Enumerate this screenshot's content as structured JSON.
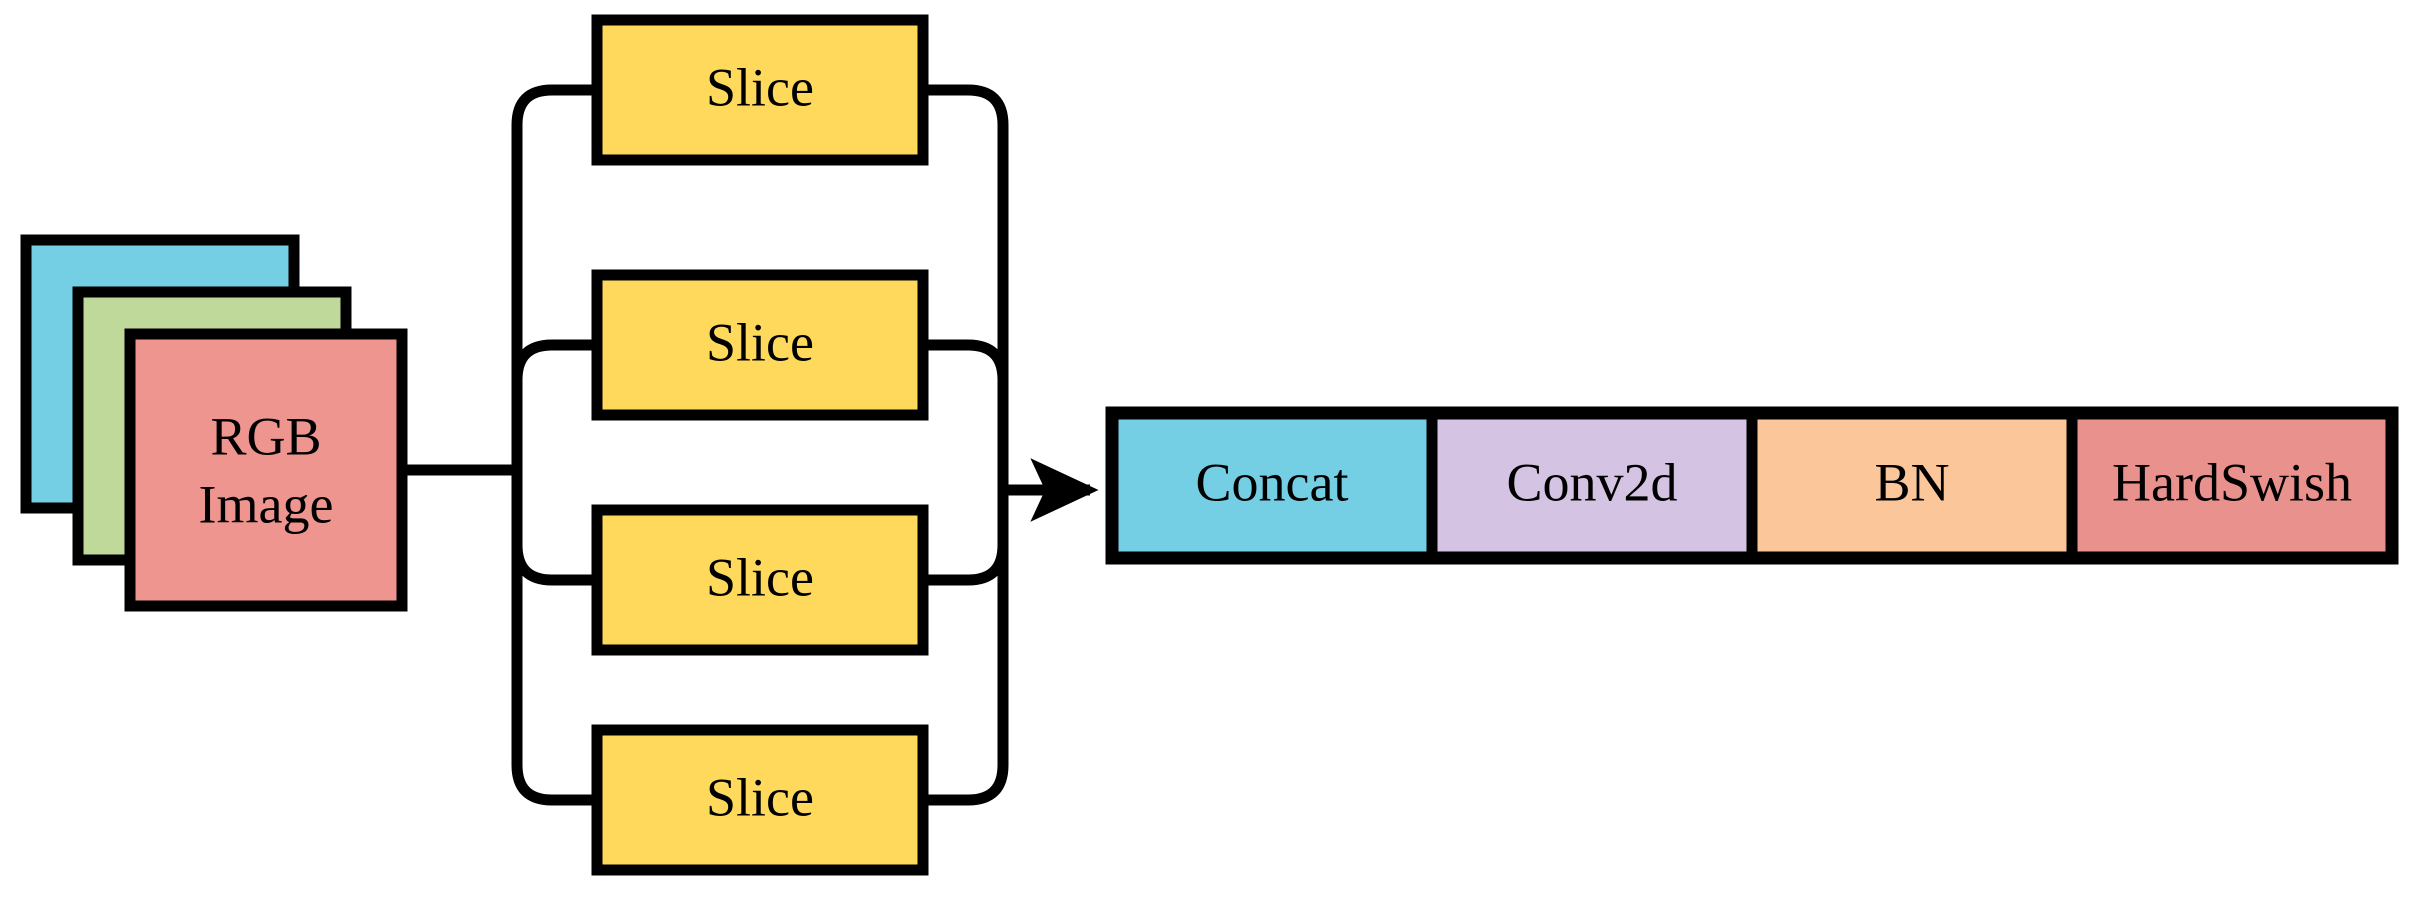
{
  "diagram": {
    "title": "Focus module (slice + concat + conv-bn-hardswish) block diagram",
    "background": "#ffffff",
    "stroke": "#000000"
  },
  "input": {
    "name": "rgb-image-stack",
    "label_line1": "RGB",
    "label_line2": "Image",
    "layers": [
      {
        "name": "blue-channel-plane",
        "color": "#74CEE4"
      },
      {
        "name": "green-channel-plane",
        "color": "#BFD99A"
      },
      {
        "name": "red-channel-plane",
        "color": "#EE9590"
      }
    ]
  },
  "slices": {
    "color": "#FFD95C",
    "items": [
      {
        "label": "Slice"
      },
      {
        "label": "Slice"
      },
      {
        "label": "Slice"
      },
      {
        "label": "Slice"
      }
    ]
  },
  "pipeline": {
    "name": "conv-stage-bar",
    "stages": [
      {
        "label": "Concat",
        "color": "#74CEE4"
      },
      {
        "label": "Conv2d",
        "color": "#D4C3E2"
      },
      {
        "label": "BN",
        "color": "#FBC79A"
      },
      {
        "label": "HardSwish",
        "color": "#E8918D"
      }
    ]
  },
  "edges": {
    "input_to_fanout": "arrow",
    "fanin_to_pipeline": "arrow"
  }
}
